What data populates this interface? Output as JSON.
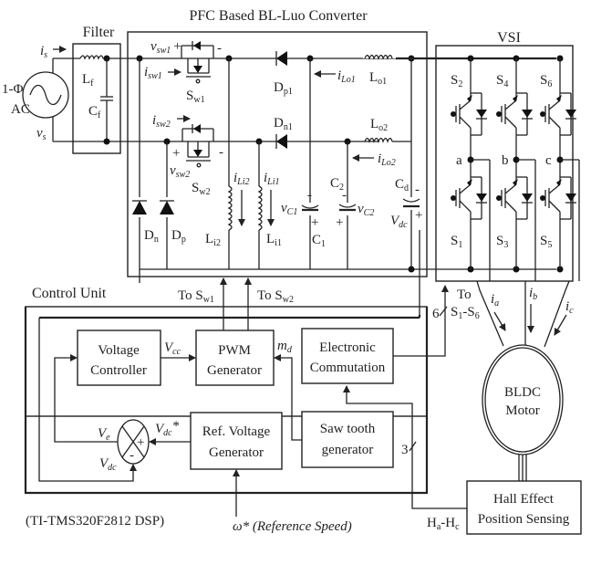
{
  "diagram": {
    "title": "PFC Based BL-Luo Converter",
    "sections": {
      "filter": "Filter",
      "converter": "PFC Based BL-Luo Converter",
      "vsi": "VSI",
      "control_unit": "Control Unit",
      "dsp_note": "(TI-TMS320F2812 DSP)"
    },
    "source": {
      "label_line1": "1-Φ",
      "label_line2": "AC",
      "current": "i",
      "current_sub": "s",
      "voltage": "v",
      "voltage_sub": "s"
    },
    "filter_parts": {
      "inductor": "L",
      "inductor_sub": "f",
      "capacitor": "C",
      "capacitor_sub": "f"
    },
    "converter_parts": {
      "vsw1": "v",
      "vsw1_sub": "sw1",
      "isw1": "i",
      "isw1_sub": "sw1",
      "sw1": "S",
      "sw1_sub": "w1",
      "isw2": "i",
      "isw2_sub": "sw2",
      "vsw2": "v",
      "vsw2_sub": "sw2",
      "sw2": "S",
      "sw2_sub": "w2",
      "dp1": "D",
      "dp1_sub": "p1",
      "dn1": "D",
      "dn1_sub": "n1",
      "ilo1": "i",
      "ilo1_sub": "Lo1",
      "lo1": "L",
      "lo1_sub": "o1",
      "lo2": "L",
      "lo2_sub": "o2",
      "ilo2": "i",
      "ilo2_sub": "Lo2",
      "dn": "D",
      "dn_sub": "n",
      "dp": "D",
      "dp_sub": "p",
      "ili2": "i",
      "ili2_sub": "Li2",
      "li2": "L",
      "li2_sub": "i2",
      "ili1": "i",
      "ili1_sub": "Li1",
      "li1": "L",
      "li1_sub": "i1",
      "vc1": "v",
      "vc1_sub": "C1",
      "c1": "C",
      "c1_sub": "1",
      "c2": "C",
      "c2_sub": "2",
      "vc2": "v",
      "vc2_sub": "C2",
      "cd": "C",
      "cd_sub": "d",
      "vdc": "V",
      "vdc_sub": "dc",
      "plus": "+",
      "minus": "-"
    },
    "vsi_parts": {
      "switches": [
        {
          "name": "S",
          "sub": "2"
        },
        {
          "name": "S",
          "sub": "4"
        },
        {
          "name": "S",
          "sub": "6"
        },
        {
          "name": "S",
          "sub": "1"
        },
        {
          "name": "S",
          "sub": "3"
        },
        {
          "name": "S",
          "sub": "5"
        }
      ],
      "phases": [
        "a",
        "b",
        "c"
      ]
    },
    "motor": {
      "line1": "BLDC",
      "line2": "Motor",
      "currents": [
        {
          "name": "i",
          "sub": "a"
        },
        {
          "name": "i",
          "sub": "b"
        },
        {
          "name": "i",
          "sub": "c"
        }
      ]
    },
    "hall": {
      "line1": "Hall Effect",
      "line2": "Position Sensing",
      "signal": "H",
      "signal_sub_a": "a",
      "signal_dash": "-H",
      "signal_sub_c": "c"
    },
    "control_blocks": {
      "voltage_controller": [
        "Voltage",
        "Controller"
      ],
      "pwm_generator": [
        "PWM",
        "Generator"
      ],
      "electronic_commutation": [
        "Electronic",
        "Commutation"
      ],
      "ref_voltage_generator": [
        "Ref. Voltage",
        "Generator"
      ],
      "saw_tooth_generator": [
        "Saw tooth",
        "generator"
      ]
    },
    "signals": {
      "vcc": "V",
      "vcc_sub": "cc",
      "md": "m",
      "md_sub": "d",
      "ve": "V",
      "ve_sub": "e",
      "vdc_ref": "V",
      "vdc_ref_sub": "dc",
      "vdc_ref_star": "*",
      "vdc_fb": "V",
      "vdc_fb_sub": "dc",
      "to_sw1": "To S",
      "to_sw1_sub": "w1",
      "to_sw2": "To S",
      "to_sw2_sub": "w2",
      "to_s1_s6_line1": "To",
      "to_s1_s6_s": "S",
      "to_s1_s6_sub1": "1",
      "to_s1_s6_dash": "-S",
      "to_s1_s6_sub6": "6",
      "bus6": "6",
      "bus3": "3",
      "omega_ref": "ω* (Reference Speed)",
      "sum_plus": "+",
      "sum_minus": "-"
    }
  }
}
